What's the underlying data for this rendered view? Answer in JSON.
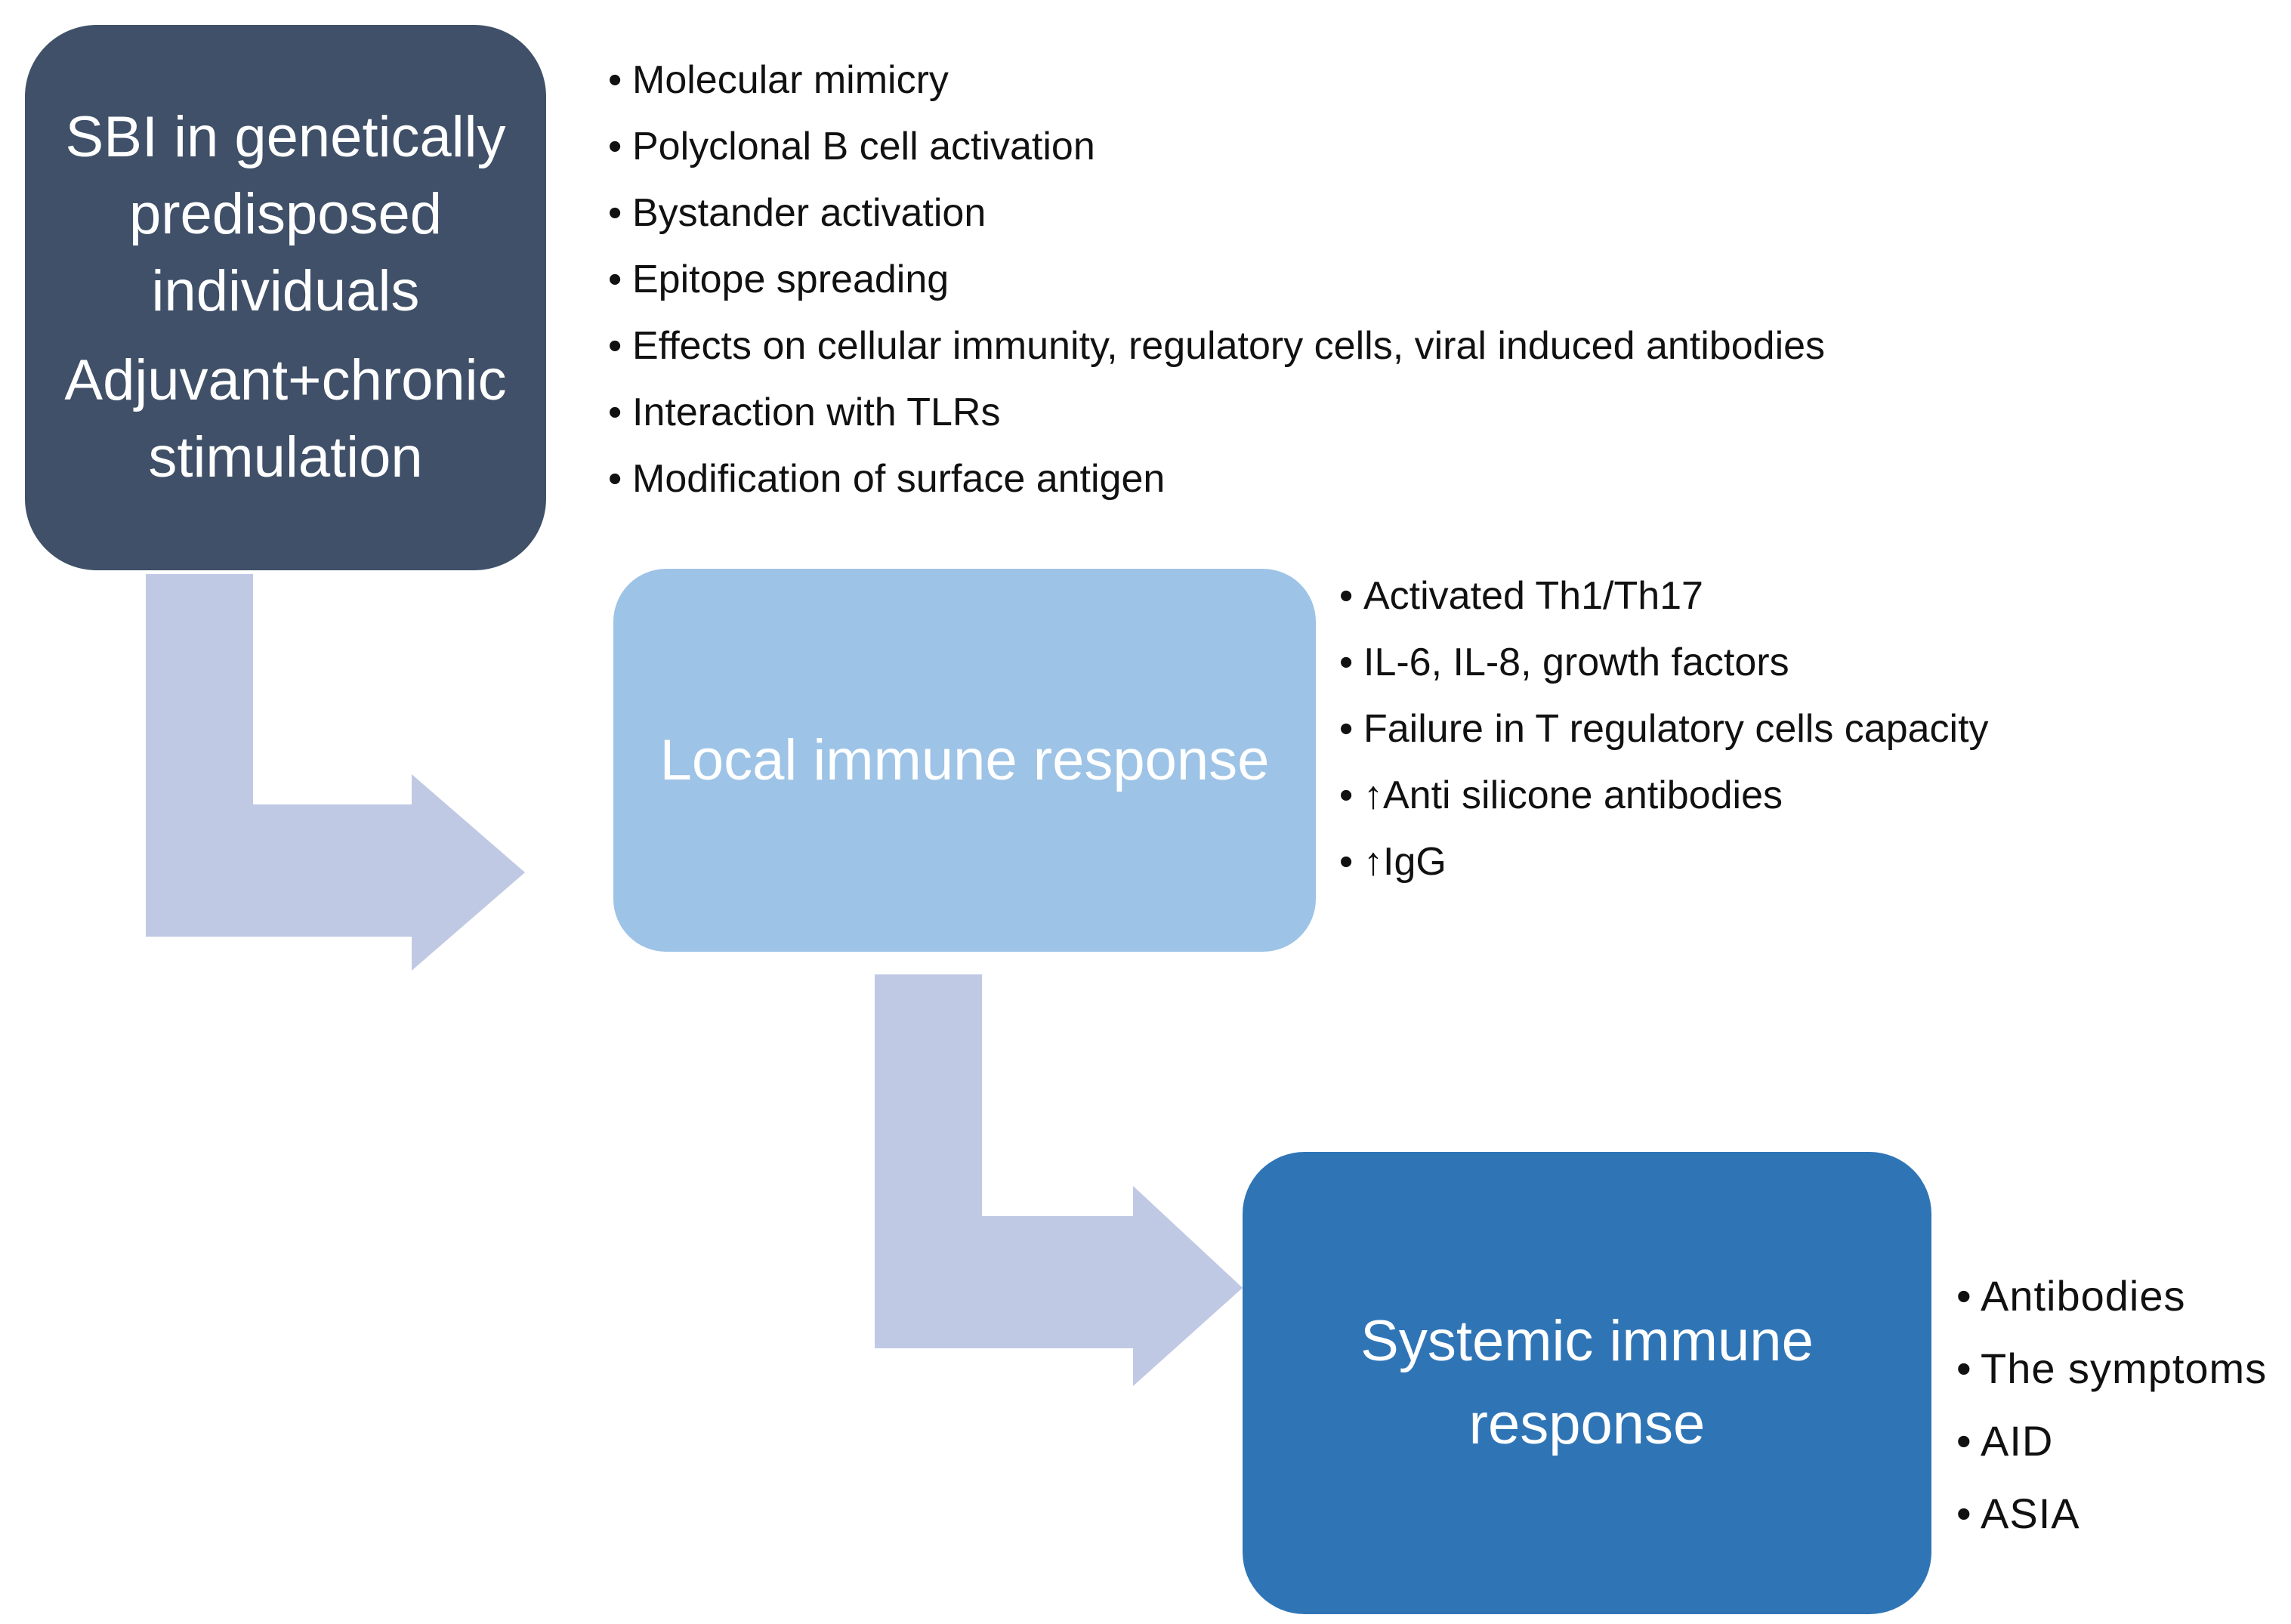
{
  "colors": {
    "box_dark": "#3f5068",
    "box_light": "#9dc3e6",
    "box_blue": "#2f75b6",
    "arrow": "#c0c9e4"
  },
  "box1": {
    "line1": "SBI in genetically",
    "line2": "predisposed",
    "line3": "individuals",
    "line4": "Adjuvant+chronic",
    "line5": "stimulation"
  },
  "box2": {
    "label": "Local immune response"
  },
  "box3": {
    "line1": "Systemic immune",
    "line2": "response"
  },
  "mechanisms": [
    "Molecular mimicry",
    "Polyclonal B cell activation",
    "Bystander activation",
    "Epitope spreading",
    "Effects on cellular immunity, regulatory cells, viral induced antibodies",
    "Interaction with TLRs",
    "Modification of surface antigen"
  ],
  "local_features": [
    "Activated Th1/Th17",
    "IL-6, IL-8, growth factors",
    "Failure in T regulatory cells capacity",
    "↑Anti silicone antibodies",
    "↑IgG"
  ],
  "systemic_features": [
    "Antibodies",
    "The symptoms",
    "AID",
    "ASIA"
  ]
}
